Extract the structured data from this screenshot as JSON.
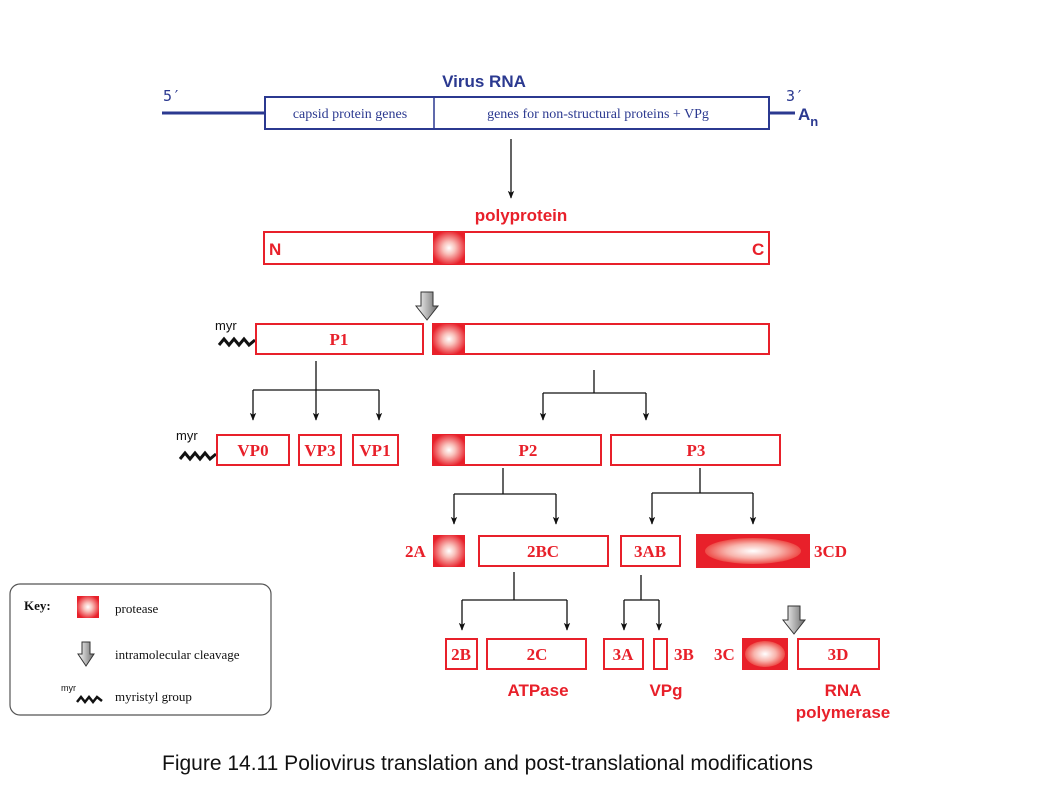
{
  "colors": {
    "rna": "#2b3990",
    "protein": "#e8202a",
    "black": "#111111",
    "key_border": "#555555"
  },
  "rna": {
    "title": "Virus RNA",
    "five_prime": "5′",
    "three_prime": "3′",
    "poly_a": "A",
    "poly_a_sub": "n",
    "capsid_genes": "capsid protein genes",
    "nonstructural_genes": "genes for non-structural proteins + VPg"
  },
  "polyprotein": {
    "title": "polyprotein",
    "n_term": "N",
    "c_term": "C"
  },
  "proteins": {
    "myr_1": "myr",
    "p1": "P1",
    "myr_2": "myr",
    "vp0": "VP0",
    "vp3": "VP3",
    "vp1": "VP1",
    "p2": "P2",
    "p3": "P3",
    "p2a": "2A",
    "p2bc": "2BC",
    "p3ab": "3AB",
    "p3cd": "3CD",
    "p2b": "2B",
    "p2c": "2C",
    "p3a": "3A",
    "p3b": "3B",
    "p3c": "3C",
    "p3d": "3D"
  },
  "functions": {
    "atpase": "ATPase",
    "vpg": "VPg",
    "rna_polymerase_line1": "RNA",
    "rna_polymerase_line2": "polymerase"
  },
  "key": {
    "title": "Key:",
    "protease": "protease",
    "cleavage": "intramolecular cleavage",
    "myr_label": "myr",
    "myristyl": "myristyl group"
  },
  "caption": "Figure 14.11 Poliovirus translation and post-translational modifications"
}
